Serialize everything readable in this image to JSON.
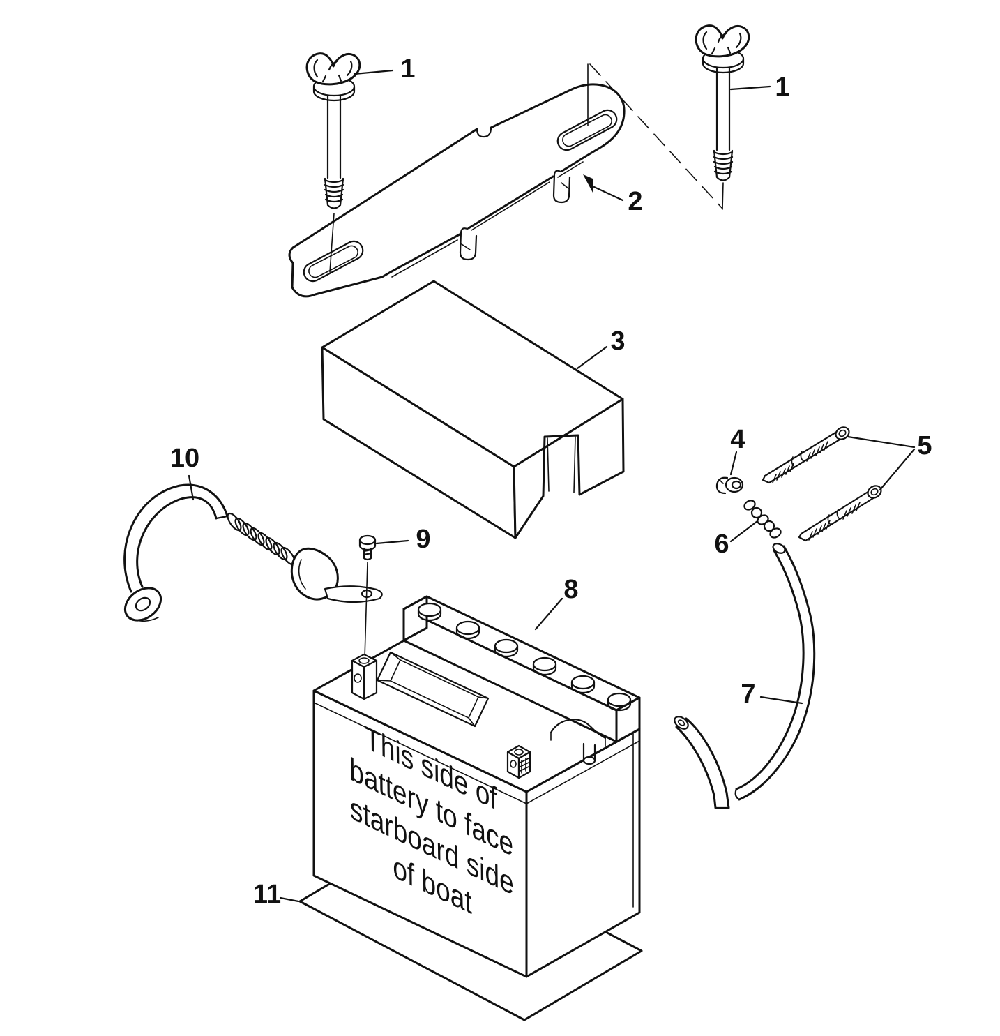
{
  "diagram": {
    "background": "#ffffff",
    "line_color": "#111111",
    "battery_text": [
      "This side of",
      "battery to face",
      "starboard side",
      "of boat"
    ],
    "callouts": {
      "bolt_left": "1",
      "bolt_right": "1",
      "bracket": "2",
      "cover": "3",
      "grommet": "4",
      "screws": "5",
      "spacer": "6",
      "tube": "7",
      "battery": "8",
      "terminal_bolt": "9",
      "ground_cable": "10",
      "mat": "11"
    }
  }
}
